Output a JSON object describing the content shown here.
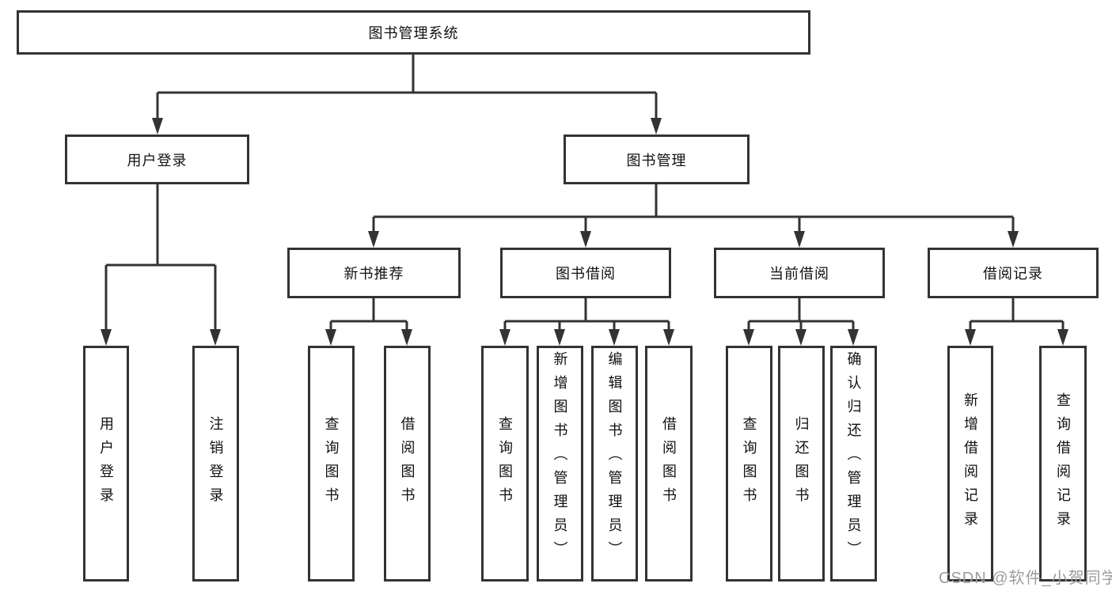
{
  "diagram": {
    "root": {
      "label": "图书管理系统"
    },
    "level2": [
      {
        "label": "用户登录"
      },
      {
        "label": "图书管理"
      }
    ],
    "level3": [
      {
        "label": "新书推荐"
      },
      {
        "label": "图书借阅"
      },
      {
        "label": "当前借阅"
      },
      {
        "label": "借阅记录"
      }
    ],
    "leaf_groups": [
      {
        "parent": "用户登录",
        "items": [
          "用户登录",
          "注销登录"
        ]
      },
      {
        "parent": "新书推荐",
        "items": [
          "查询图书",
          "借阅图书"
        ]
      },
      {
        "parent": "图书借阅",
        "items": [
          "查询图书",
          "新增图书（管理员）",
          "编辑图书（管理员）",
          "借阅图书"
        ]
      },
      {
        "parent": "当前借阅",
        "items": [
          "查询图书",
          "归还图书",
          "确认归还（管理员）"
        ]
      },
      {
        "parent": "借阅记录",
        "items": [
          "新增借阅记录",
          "查询借阅记录"
        ]
      }
    ]
  },
  "watermark": {
    "text": "CSDN @软件_小贺同学",
    "color": "#9c9c9c"
  },
  "colors": {
    "line": "#333333",
    "box_border": "#333333",
    "text": "#111111",
    "background": "#ffffff"
  }
}
